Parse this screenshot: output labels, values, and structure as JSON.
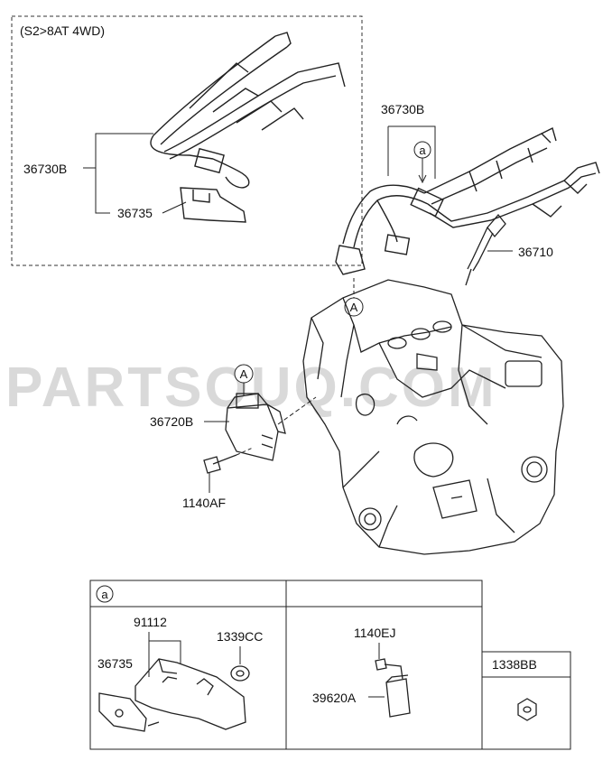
{
  "variant_note": "(S2>8AT 4WD)",
  "watermark": "PARTSOUQ.COM",
  "refs": {
    "a": "a",
    "A": "A"
  },
  "parts": {
    "harness_variant": "36730B",
    "bracket_variant": "36735",
    "harness_main": "36730B",
    "glow_plug": "36710",
    "control_unit": "36720B",
    "bolt": "1140AF"
  },
  "detail_table": {
    "col1": {
      "callout": "a",
      "part_a": "91112",
      "part_b": "36735",
      "part_c": "1339CC"
    },
    "col2": {
      "part_a": "1140EJ",
      "part_b": "39620A"
    },
    "col3": {
      "header": "1338BB"
    }
  }
}
